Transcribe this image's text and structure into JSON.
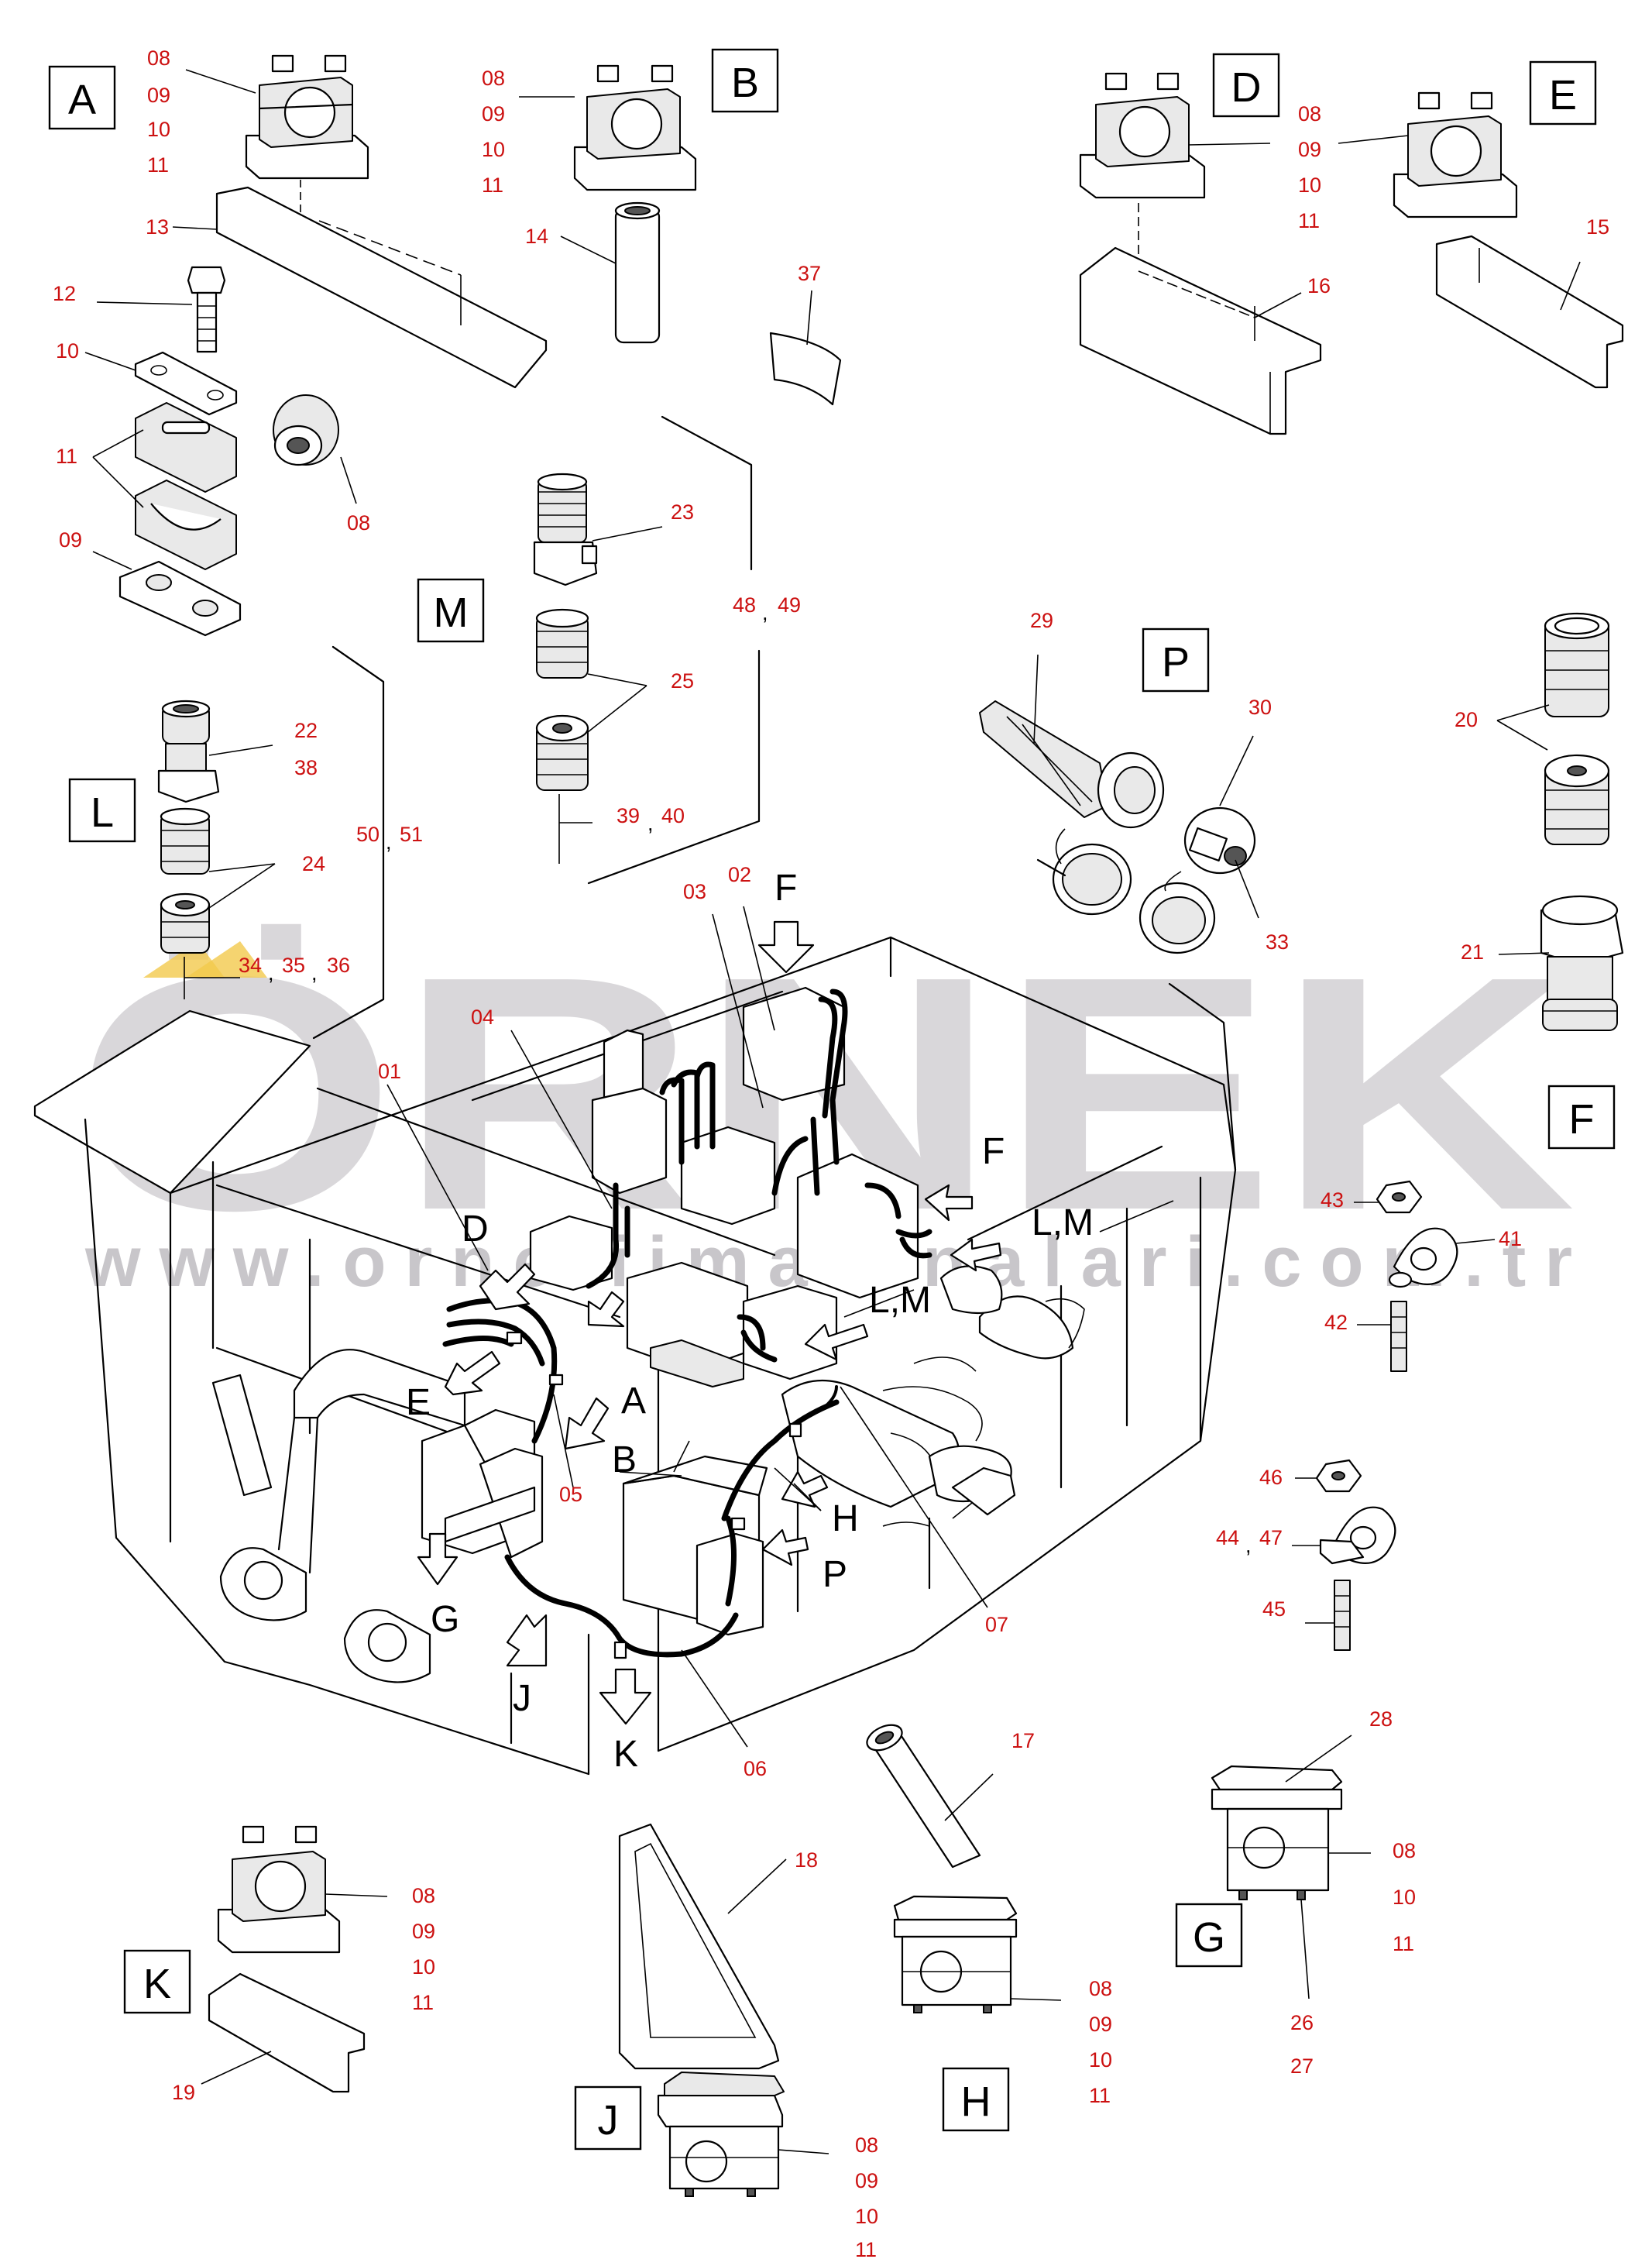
{
  "section_labels": {
    "A": "A",
    "B": "B",
    "D": "D",
    "E": "E",
    "F": "F",
    "G": "G",
    "H": "H",
    "J": "J",
    "K": "K",
    "L": "L",
    "M": "M",
    "P": "P"
  },
  "callouts": {
    "n01": "01",
    "n02": "02",
    "n03": "03",
    "n04": "04",
    "n05": "05",
    "n06": "06",
    "n07": "07",
    "n08": "08",
    "n09": "09",
    "n10": "10",
    "n11": "11",
    "n12": "12",
    "n13": "13",
    "n14": "14",
    "n15": "15",
    "n16": "16",
    "n17": "17",
    "n18": "18",
    "n19": "19",
    "n20": "20",
    "n21": "21",
    "n22": "22",
    "n23": "23",
    "n24": "24",
    "n25": "25",
    "n26": "26",
    "n27": "27",
    "n28": "28",
    "n29": "29",
    "n30": "30",
    "n33": "33",
    "n34": "34",
    "n35": "35",
    "n36": "36",
    "n37": "37",
    "n38": "38",
    "n39": "39",
    "n40": "40",
    "n41": "41",
    "n42": "42",
    "n43": "43",
    "n44": "44",
    "n45": "45",
    "n46": "46",
    "n47": "47",
    "n48": "48",
    "n49": "49",
    "n50": "50",
    "n51": "51"
  },
  "separator": ",",
  "view_arrow_labels": {
    "D": "D",
    "E": "E",
    "A": "A",
    "B": "B",
    "F": "F",
    "LM1": "L,M",
    "LM2": "L,M",
    "H": "H",
    "P": "P",
    "G": "G",
    "J": "J",
    "K": "K"
  },
  "watermark": {
    "big": "ÖRNEK",
    "url": "www.orneliimakinalari.com.tr"
  },
  "colors": {
    "callout_red": "#cc1111",
    "watermark_gray": "#bbb8bd",
    "watermark_accent": "#f2c94c",
    "line": "#000000"
  }
}
